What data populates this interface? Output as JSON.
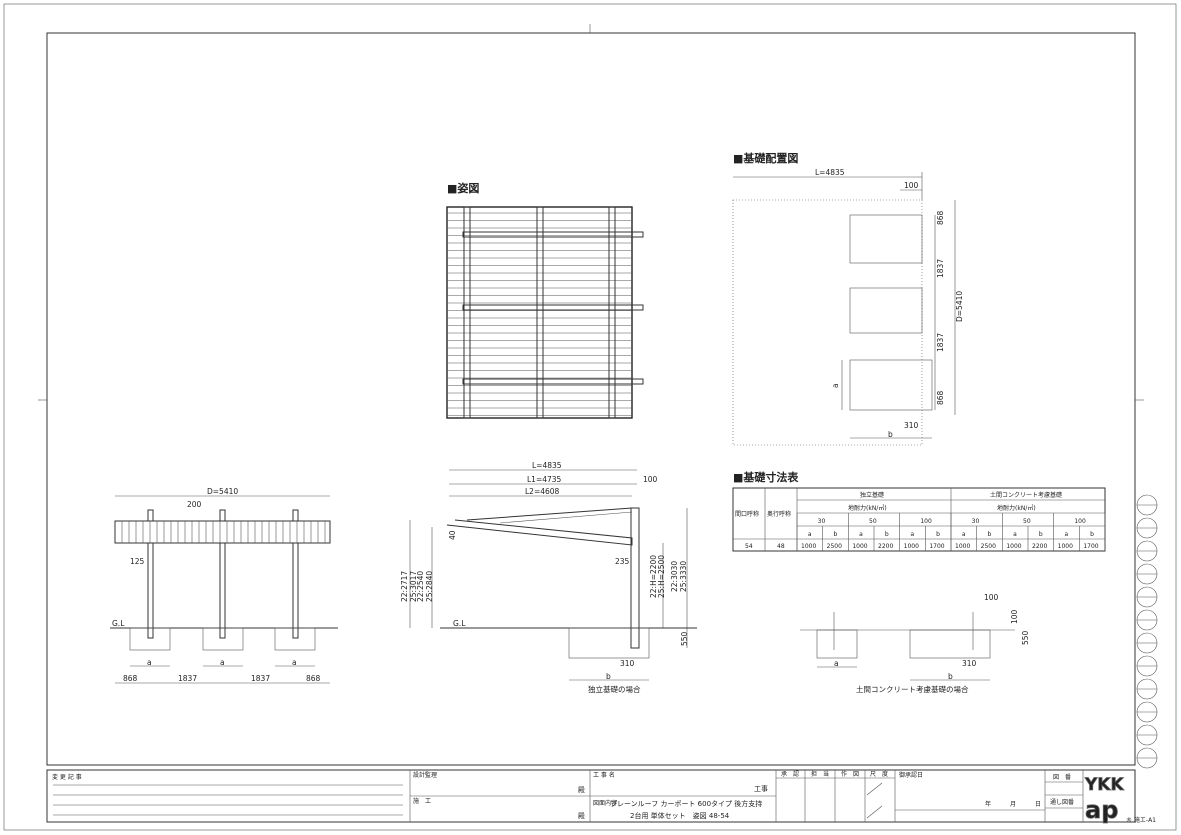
{
  "plan_view": {
    "title": "■姿図"
  },
  "foundation_layout": {
    "title": "■基礎配置図",
    "L": "L=4835",
    "offset": "100",
    "d1": "868",
    "d2": "1837",
    "d3": "1837",
    "d4": "868",
    "D": "D=5410",
    "a": "a",
    "b": "b",
    "w310": "310"
  },
  "table": {
    "title": "■基礎寸法表",
    "col_opening": "間口呼称",
    "col_depth": "奥行呼称",
    "group1": "独立基礎",
    "group2": "土間コンクリート考慮基礎",
    "bearing": "地耐力(kN/㎡)",
    "loads": [
      "30",
      "50",
      "100",
      "30",
      "50",
      "100"
    ],
    "ab": [
      "a",
      "b",
      "a",
      "b",
      "a",
      "b",
      "a",
      "b",
      "a",
      "b",
      "a",
      "b"
    ],
    "row": {
      "opening": "54",
      "depth": "48",
      "values": [
        "1000",
        "2500",
        "1000",
        "2200",
        "1000",
        "1700",
        "1000",
        "2500",
        "1000",
        "2200",
        "1000",
        "1700"
      ]
    }
  },
  "front_view": {
    "D": "D=5410",
    "d200": "200",
    "d125": "125",
    "gl": "G.L",
    "a": "a",
    "dims": [
      "868",
      "1837",
      "1837",
      "868"
    ]
  },
  "side_view": {
    "L": "L=4835",
    "L1": "L1=4735",
    "L2": "L2=4608",
    "d100": "100",
    "d40": "40",
    "d235": "235",
    "h1": "22:2717",
    "h2": "25:3017",
    "h3": "22:2540",
    "h4": "25:2840",
    "h5": "22:H=2200",
    "h6": "25:H=2500",
    "h7": "22:3030",
    "h8": "25:3330",
    "d550": "550",
    "d310": "310",
    "b": "b",
    "gl": "G.L",
    "caption": "独立基礎の場合"
  },
  "slab_view": {
    "d100a": "100",
    "d100b": "100",
    "d550": "550",
    "d310": "310",
    "a": "a",
    "b": "b",
    "caption": "土間コンクリート考慮基礎の場合"
  },
  "title_block": {
    "change_record": "変 更 記 事",
    "design_supervisor": "設計監理",
    "construction": "施　工",
    "honorific": "殿",
    "project_name_label": "工 事 名",
    "project_suffix": "工事",
    "drawing_content_label": "図面内容",
    "drawing_line1": "プレーンルーフ カーポート 600タイプ 後方支持",
    "drawing_line2": "2台用 単体セット　姿図 48-54",
    "stamps": [
      "承　認",
      "担　当",
      "作　図",
      "尺　度"
    ],
    "approval_date": "御承認日",
    "date_units": [
      "年",
      "月",
      "日"
    ],
    "drawing_no": "図　番",
    "serial_no": "通し図番",
    "logo": "YKK ap",
    "sheet_code": "® 施エ-A1"
  }
}
